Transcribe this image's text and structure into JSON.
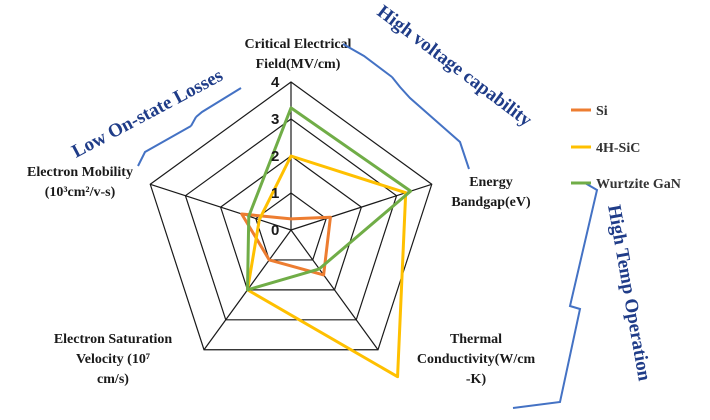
{
  "chart_data": {
    "type": "radar",
    "axes": [
      {
        "label_lines": [
          "Critical Electrical",
          "Field(MV/cm)"
        ]
      },
      {
        "label_lines": [
          "Energy",
          "Bandgap(eV)"
        ]
      },
      {
        "label_lines": [
          "Thermal",
          "Conductivity(W/cm",
          "-K)"
        ]
      },
      {
        "label_lines": [
          "Electron Saturation",
          "Velocity  (10⁷",
          "cm/s)"
        ]
      },
      {
        "label_lines": [
          "Electron Mobility",
          "(10³cm²/v-s)"
        ]
      }
    ],
    "r_ticks": [
      "0",
      "1",
      "2",
      "3",
      "4"
    ],
    "r_range": [
      0,
      4
    ],
    "series": [
      {
        "name": "Si",
        "color": "#ed7d31",
        "values": [
          0.3,
          1.12,
          1.5,
          1.0,
          1.4
        ]
      },
      {
        "name": "4H-SiC",
        "color": "#ffc000",
        "values": [
          2.0,
          3.26,
          4.9,
          2.0,
          0.9
        ]
      },
      {
        "name": "Wurtzite GaN",
        "color": "#70ad47",
        "values": [
          3.3,
          3.4,
          1.3,
          2.0,
          1.2
        ]
      }
    ],
    "legend_position": "right",
    "grid": true
  },
  "annotations": [
    {
      "text": "Low On-state Losses"
    },
    {
      "text": "High voltage capability"
    },
    {
      "text": "High Temp Operation"
    }
  ],
  "colors": {
    "grid": "#1a1a1a",
    "bracket": "#4472c4",
    "bracket_text": "#1f3c88"
  }
}
